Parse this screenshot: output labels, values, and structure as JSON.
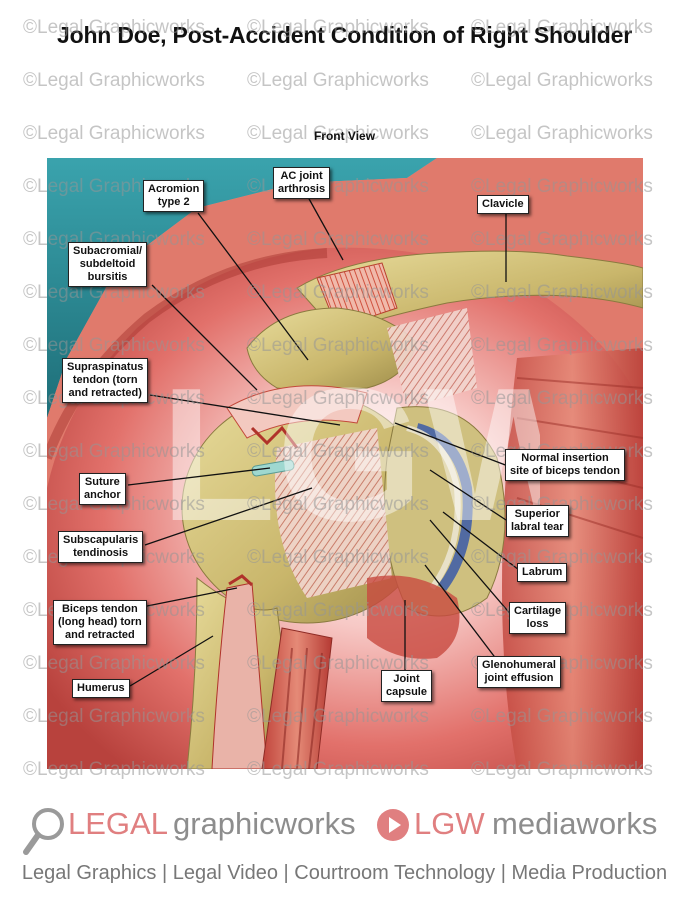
{
  "title": "John Doe, Post-Accident Condition of Right Shoulder",
  "view_label": "Front View",
  "watermark_text": "©Legal Graphicworks",
  "big_watermark": "LGW",
  "labels": {
    "acromion": "Acromion\ntype 2",
    "ac_joint": "AC joint\narthrosis",
    "clavicle": "Clavicle",
    "subacromial": "Subacromial/\nsubdeltoid\nbursitis",
    "supraspinatus": "Supraspinatus\ntendon (torn\nand retracted)",
    "normal_insertion": "Normal insertion\nsite of biceps tendon",
    "suture_anchor": "Suture\nanchor",
    "superior_labral": "Superior\nlabral tear",
    "subscapularis": "Subscapularis\ntendinosis",
    "labrum": "Labrum",
    "biceps_tendon": "Biceps tendon\n(long head) torn\nand retracted",
    "cartilage_loss": "Cartilage\nloss",
    "humerus": "Humerus",
    "joint_capsule": "Joint\ncapsule",
    "glenohumeral": "Glenohumeral\njoint effusion"
  },
  "footer": {
    "legal": "LEGAL",
    "graphicworks": "graphicworks",
    "lgw": "LGW",
    "mediaworks": "mediaworks",
    "tagline": "Legal Graphics | Legal Video | Courtroom Technology | Media Production"
  },
  "colors": {
    "teal_background": "#2a8a95",
    "deltoid_red": "#d9534f",
    "bone": "#d8c98a",
    "brand_pink": "#e07f80",
    "brand_gray": "#8d8d8d"
  }
}
